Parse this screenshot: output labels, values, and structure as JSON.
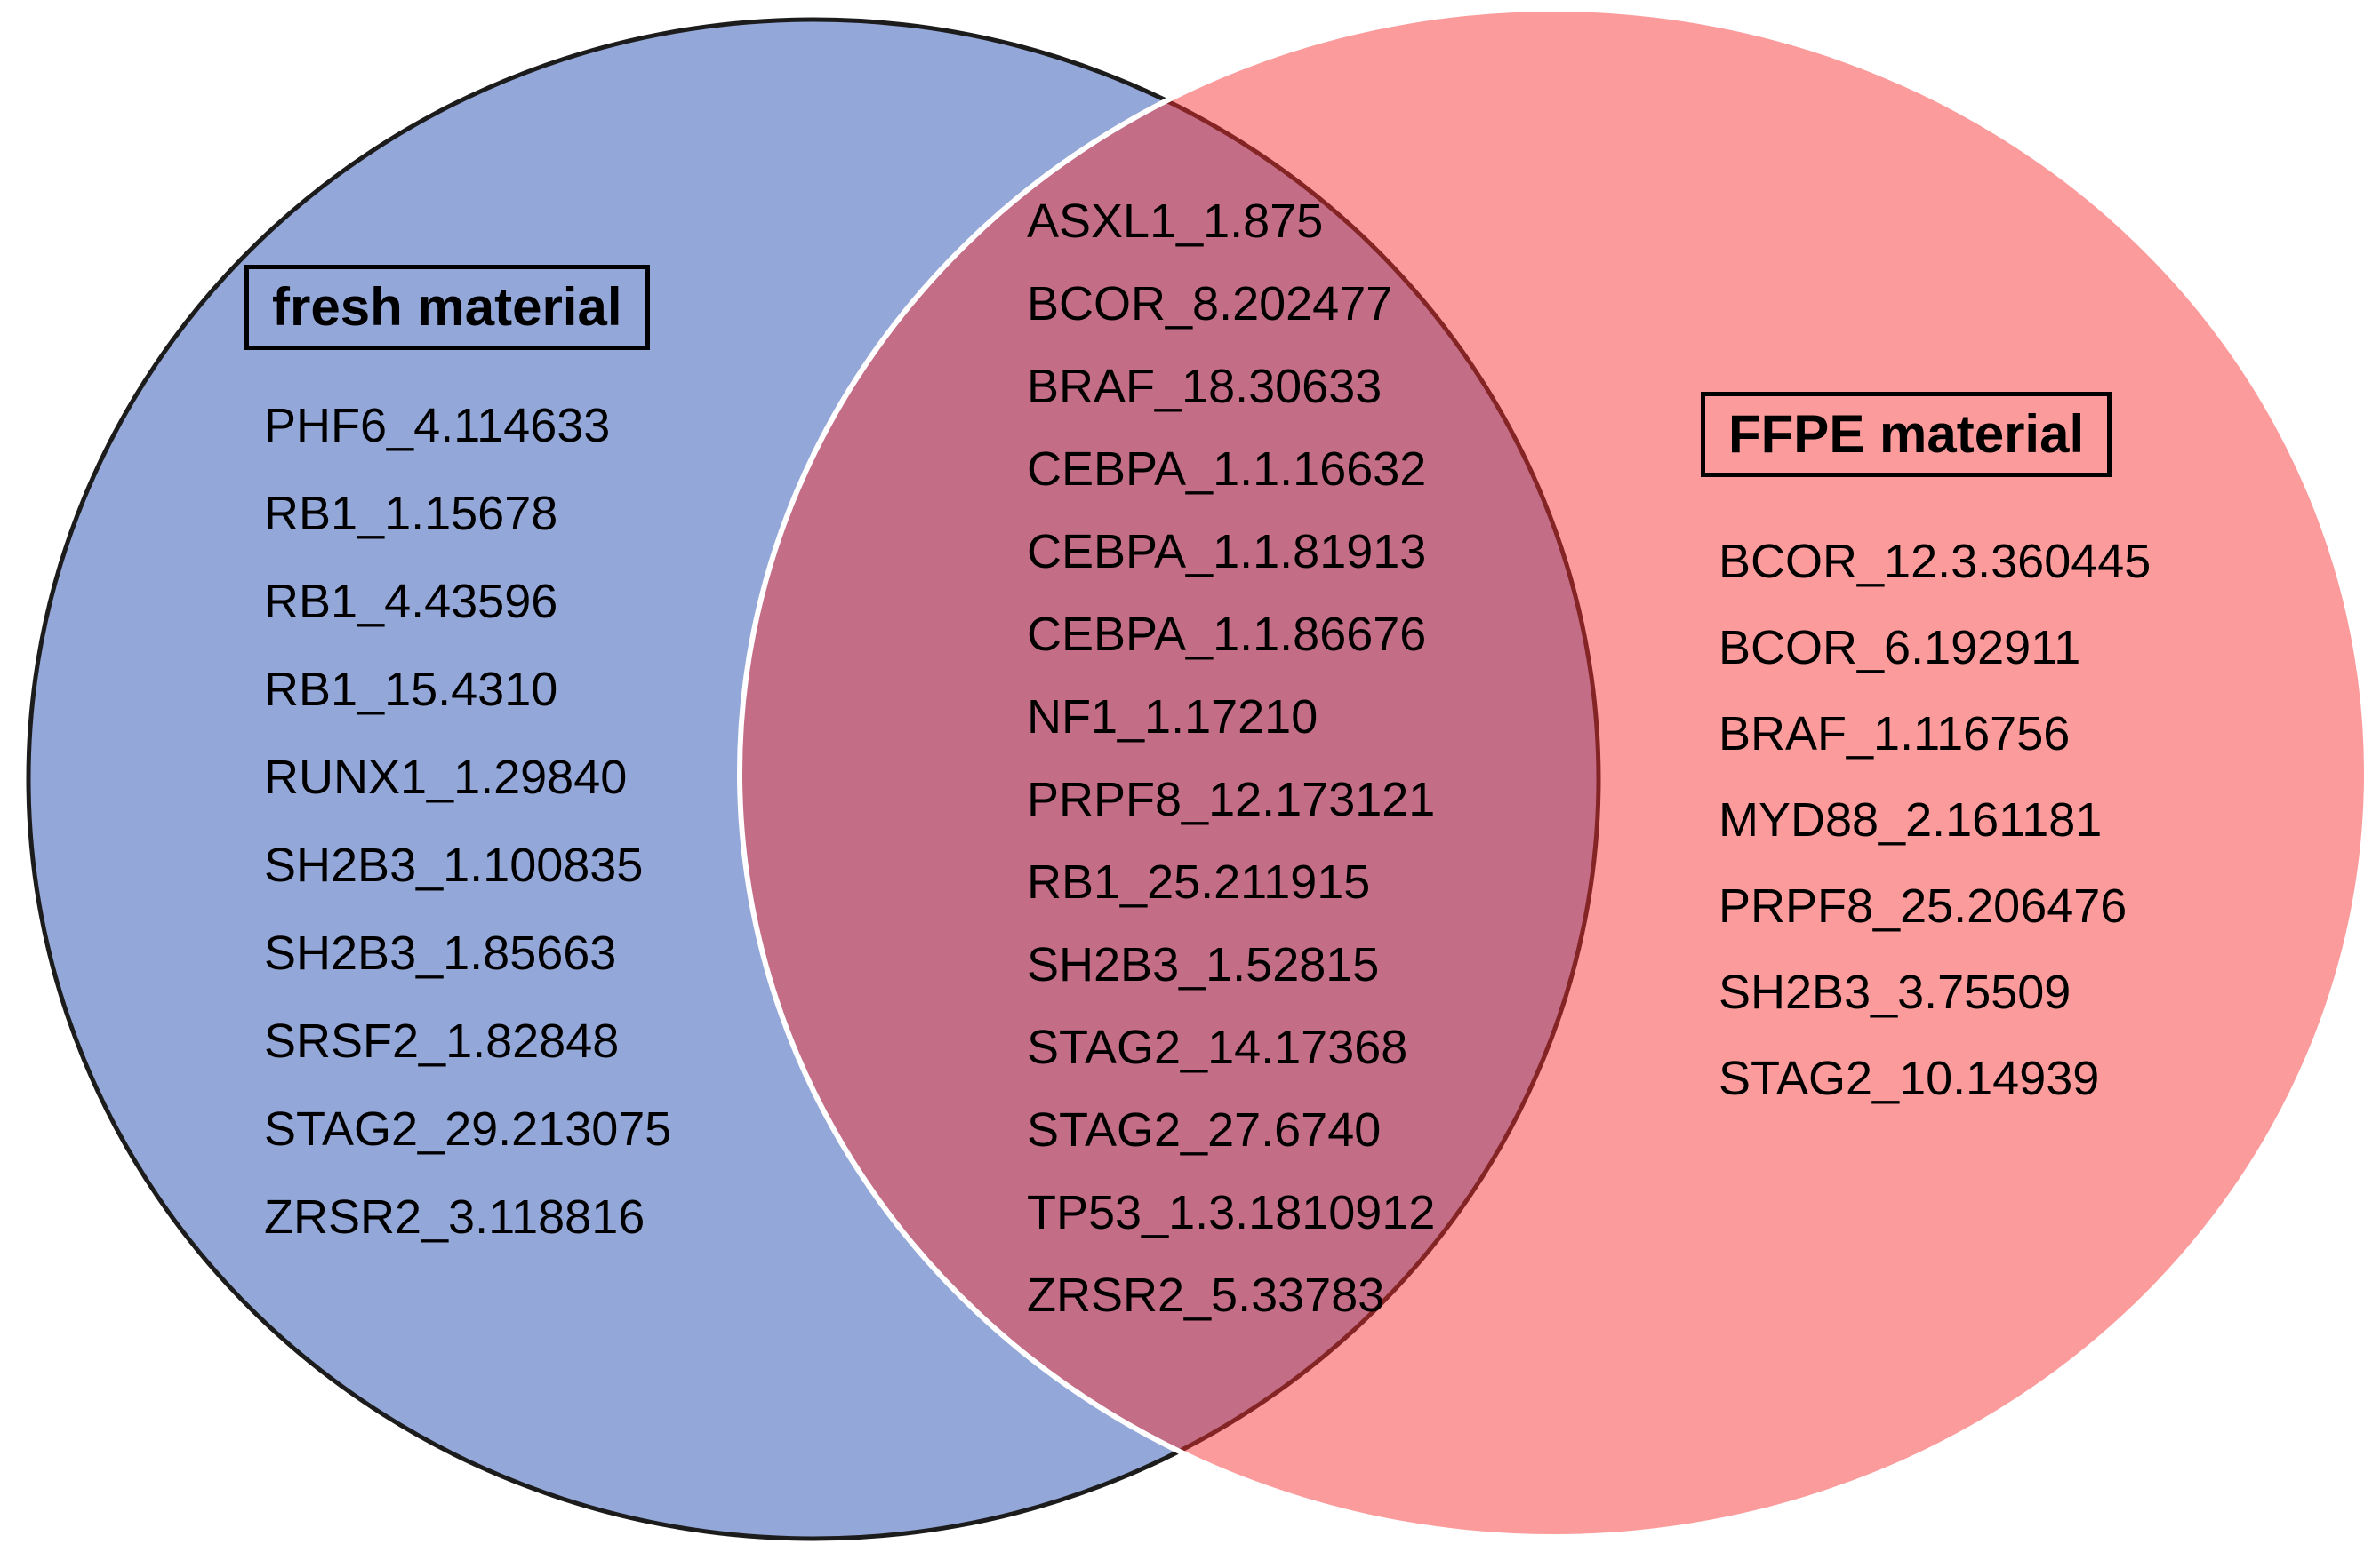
{
  "venn": {
    "left": {
      "title": "fresh material",
      "items": [
        "PHF6_4.114633",
        "RB1_1.15678",
        "RB1_4.43596",
        "RB1_15.4310",
        "RUNX1_1.29840",
        "SH2B3_1.100835",
        "SH2B3_1.85663",
        "SRSF2_1.82848",
        "STAG2_29.213075",
        "ZRSR2_3.118816"
      ]
    },
    "intersection": {
      "items": [
        "ASXL1_1.875",
        "BCOR_8.202477",
        "BRAF_18.30633",
        "CEBPA_1.1.16632",
        "CEBPA_1.1.81913",
        "CEBPA_1.1.86676",
        "NF1_1.17210",
        "PRPF8_12.173121",
        "RB1_25.211915",
        "SH2B3_1.52815",
        "STAG2_14.17368",
        "STAG2_27.6740",
        "TP53_1.3.1810912",
        "ZRSR2_5.33783"
      ]
    },
    "right": {
      "title": "FFPE material",
      "items": [
        "BCOR_12.3.360445",
        "BCOR_6.192911",
        "BRAF_1.116756",
        "MYD88_2.161181",
        "PRPF8_25.206476",
        "SH2B3_3.75509",
        "STAG2_10.14939"
      ]
    },
    "colors": {
      "left_fill": "#94A7D9",
      "left_stroke": "#1C1C1C",
      "right_fill_overlay": "rgba(246,45,45,0.48)",
      "right_stroke": "#FFFFFF",
      "right_fill_apparent": "#FB9C9C",
      "overlap_fill_apparent": "#C36C88",
      "text": "#000000"
    }
  }
}
